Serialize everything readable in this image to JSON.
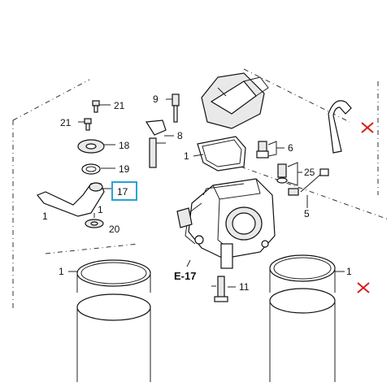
{
  "labels": {
    "p21a": "21",
    "p21b": "21",
    "p18": "18",
    "p19": "19",
    "p17": "17",
    "p1a": "1",
    "p20": "20",
    "p9": "9",
    "p8": "8",
    "p1b": "1",
    "p6": "6",
    "p25": "25",
    "p5": "5",
    "p1c": "1",
    "p1d": "1",
    "p11": "11",
    "e17": "E-17"
  },
  "highlight_color": "#29a3d4",
  "cross_color": "#d81e1e"
}
